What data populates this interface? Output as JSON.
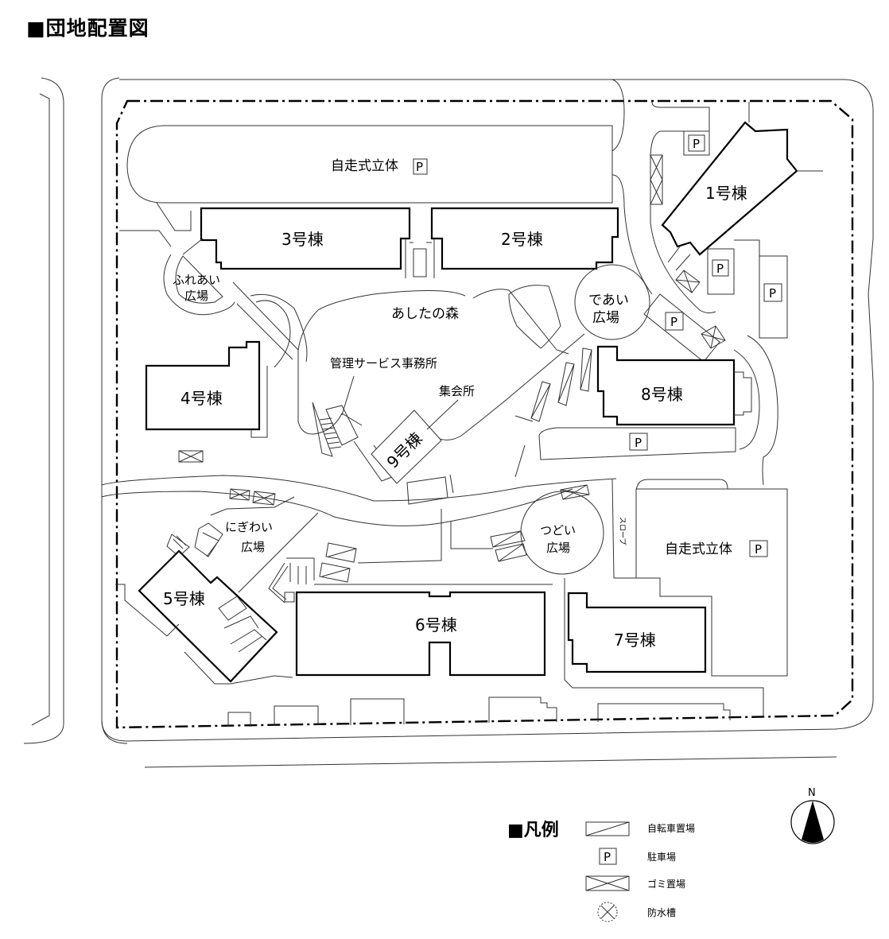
{
  "page_title": "■団地配置図",
  "map": {
    "parking_structures": [
      {
        "label": "自走式立体",
        "p_mark": "P"
      },
      {
        "label": "自走式立体",
        "p_mark": "P"
      }
    ],
    "buildings": [
      {
        "id": 1,
        "label": "1号棟"
      },
      {
        "id": 2,
        "label": "2号棟"
      },
      {
        "id": 3,
        "label": "3号棟"
      },
      {
        "id": 4,
        "label": "4号棟"
      },
      {
        "id": 5,
        "label": "5号棟"
      },
      {
        "id": 6,
        "label": "6号棟"
      },
      {
        "id": 7,
        "label": "7号棟"
      },
      {
        "id": 8,
        "label": "8号棟"
      },
      {
        "id": 9,
        "label": "9号棟"
      }
    ],
    "plazas": {
      "fureai": [
        "ふれあい",
        "広場"
      ],
      "deai": [
        "であい",
        "広場"
      ],
      "nigiwai": [
        "にぎわい",
        "広場"
      ],
      "tsudoi": [
        "つどい",
        "広場"
      ]
    },
    "forest": "あしたの森",
    "management_office": "管理サービス事務所",
    "meeting_hall": "集会所",
    "slope": "スロープ",
    "parking_mark": "P"
  },
  "legend": {
    "title": "■凡例",
    "items": [
      {
        "symbol": "bicycle-parking-symbol",
        "label": "自転車置場"
      },
      {
        "symbol": "parking-symbol",
        "label": "駐車場",
        "mark": "P"
      },
      {
        "symbol": "garbage-area-symbol",
        "label": "ゴミ置場"
      },
      {
        "symbol": "fire-water-tank-symbol",
        "label": "防水槽"
      }
    ]
  },
  "compass": {
    "label": "N"
  }
}
